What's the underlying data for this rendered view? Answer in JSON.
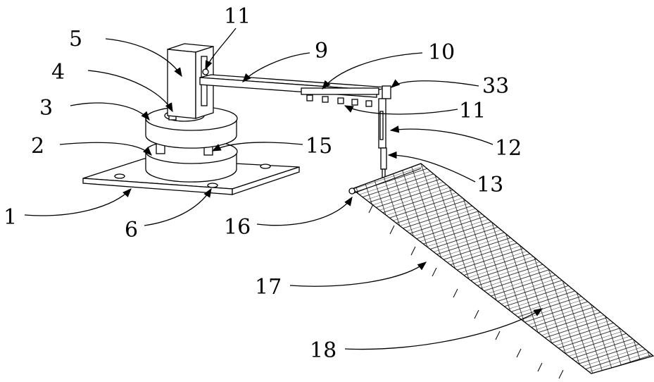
{
  "labels": {
    "l11a": "11",
    "l5": "5",
    "l9": "9",
    "l10": "10",
    "l4": "4",
    "l33": "33",
    "l3": "3",
    "l11b": "11",
    "l12": "12",
    "l2": "2",
    "l15": "15",
    "l13": "13",
    "l1": "1",
    "l6": "6",
    "l16": "16",
    "l17": "17",
    "l18": "18"
  }
}
